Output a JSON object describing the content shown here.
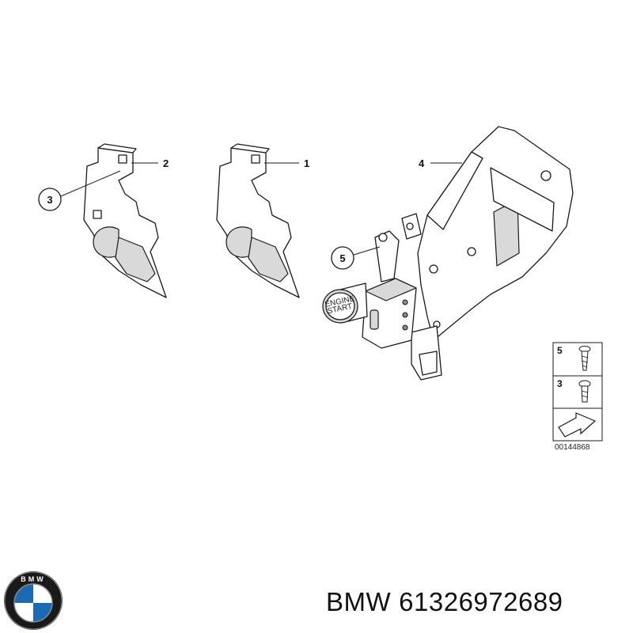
{
  "callouts": {
    "c1": "1",
    "c2": "2",
    "c3": "3",
    "c4": "4",
    "c5": "5"
  },
  "legend": {
    "item_a": "5",
    "item_b": "3",
    "ref_number": "00144868"
  },
  "button": {
    "line1": "ENGINE",
    "line2": "START"
  },
  "caption": {
    "brand": "BMW",
    "part_number": "61326972689"
  },
  "logo": {
    "letters": "BMW",
    "colors": {
      "blue": "#1c69b4",
      "white": "#ffffff",
      "ring": "#1a1a1a"
    }
  }
}
